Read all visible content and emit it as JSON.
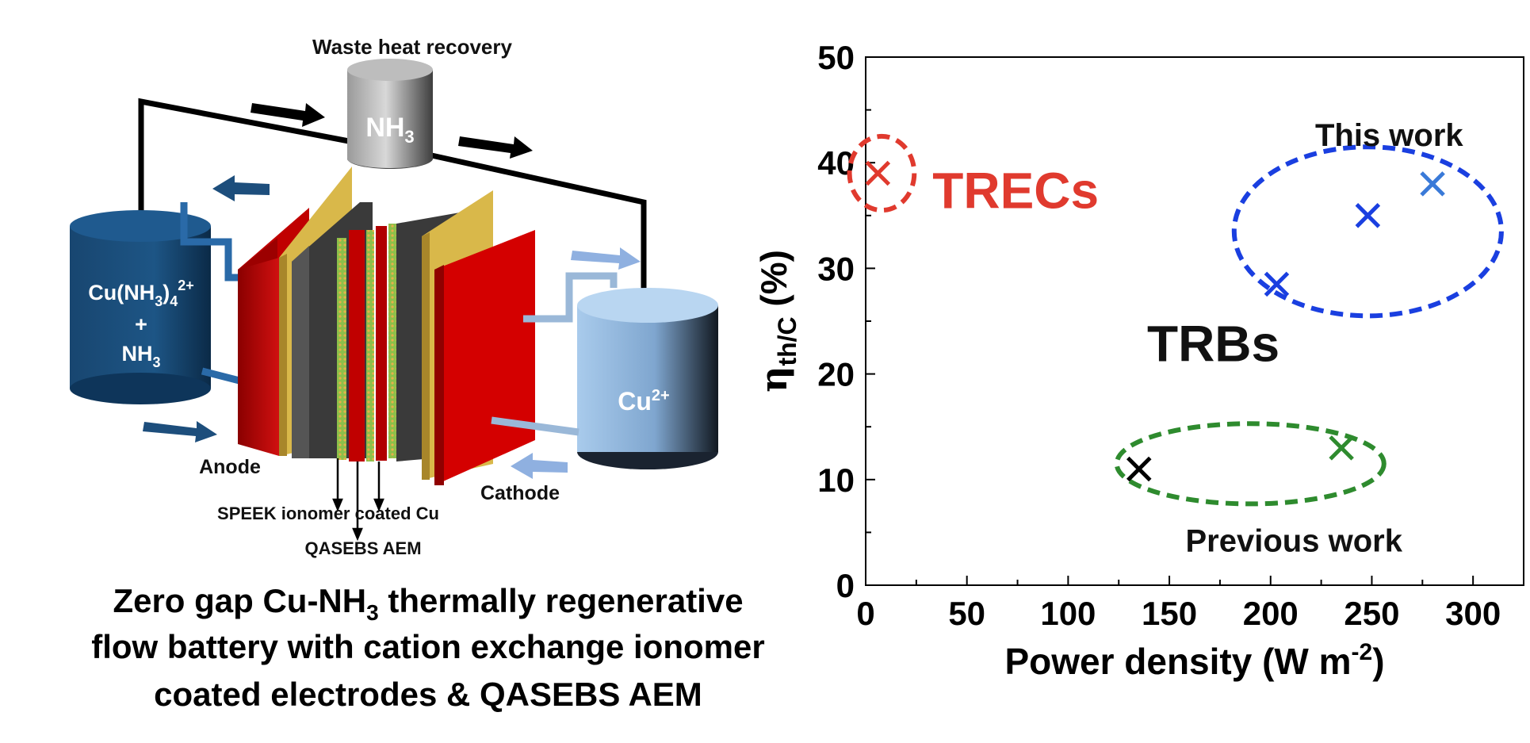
{
  "schematic": {
    "waste_heat_label": "Waste heat recovery",
    "nh3_top": {
      "base": "NH",
      "sub": "3"
    },
    "left_tank": {
      "line1": {
        "base": "Cu(NH",
        "sub": "3",
        "mid": ")",
        "sub2": "4",
        "sup": "2+"
      },
      "line2": "+",
      "line3": {
        "base": "NH",
        "sub": "3"
      }
    },
    "right_tank": {
      "base": "Cu",
      "sup": "2+"
    },
    "anode_label": "Anode",
    "cathode_label": "Cathode",
    "speek_label": "SPEEK ionomer coated Cu",
    "aem_label": "QASEBS AEM",
    "colors": {
      "left_tank": "#1d4e7c",
      "right_tank": "#8fb8e0",
      "red_plate": "#c00000",
      "gold_plate": "#d9b84a",
      "dark_plate": "#3a3a3a",
      "membrane": "#8cc04a"
    }
  },
  "caption": {
    "line1_part1": "Zero gap Cu-NH",
    "line1_sub": "3",
    "line1_part2": " thermally regenerative",
    "line2": "flow battery with cation exchange ionomer",
    "line3": "coated electrodes & QASEBS AEM"
  },
  "chart_data": {
    "type": "scatter",
    "xlabel": "Power density (W m⁻²)",
    "ylabel": "η th/C (%)",
    "xlim": [
      0,
      325
    ],
    "ylim": [
      0,
      50
    ],
    "xticks": [
      "0",
      "50",
      "100",
      "150",
      "200",
      "250",
      "300"
    ],
    "yticks": [
      "0",
      "10",
      "20",
      "30",
      "40",
      "50"
    ],
    "grid": false,
    "groups": [
      {
        "name": "TRECs",
        "color": "#e03a2e",
        "points": [
          {
            "x": 6,
            "y": 39
          }
        ]
      },
      {
        "name": "TRBs - This work",
        "color": "#1a3fe0",
        "points": [
          {
            "x": 203,
            "y": 28.5
          },
          {
            "x": 248,
            "y": 35
          }
        ]
      },
      {
        "name": "TRBs - This work (2)",
        "color": "#3a7ad8",
        "points": [
          {
            "x": 280,
            "y": 38
          }
        ]
      },
      {
        "name": "TRBs - Previous work",
        "color": "#2e8b2e",
        "points": [
          {
            "x": 235,
            "y": 13
          }
        ]
      },
      {
        "name": "TRBs - Previous work (2)",
        "color": "#000000",
        "points": [
          {
            "x": 135,
            "y": 11
          }
        ]
      }
    ],
    "annotations": {
      "trecs": "TRECs",
      "trbs": "TRBs",
      "this_work": "This work",
      "previous_work": "Previous work"
    },
    "ellipses": [
      {
        "group": "TRECs",
        "cx": 8,
        "cy": 39,
        "rx": 16,
        "ry": 3.5,
        "color": "#e03a2e"
      },
      {
        "group": "This work",
        "cx": 248,
        "cy": 33.5,
        "rx": 66,
        "ry": 8,
        "color": "#1a3fe0"
      },
      {
        "group": "Previous work",
        "cx": 190,
        "cy": 11.5,
        "rx": 66,
        "ry": 3.8,
        "color": "#2e8b2e"
      }
    ]
  }
}
